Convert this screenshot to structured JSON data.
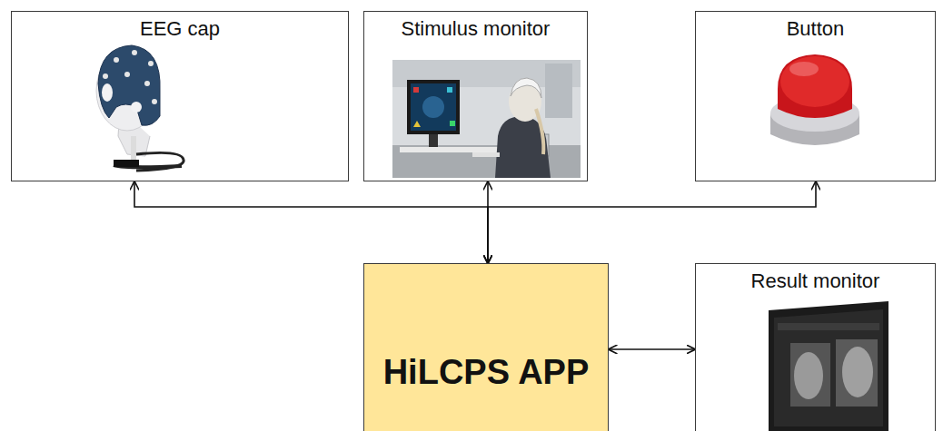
{
  "diagram": {
    "nodes": [
      {
        "text": [
          "EEG cap"
        ]
      },
      {
        "text": [
          "Stimulus monitor"
        ]
      },
      {
        "text": [
          "Button"
        ]
      },
      {
        "text": [
          "HiLCPS APP"
        ]
      },
      {
        "text": [
          "Result monitor"
        ]
      }
    ],
    "edges": [
      {
        "from": 3,
        "to": 0,
        "arrow": "both"
      },
      {
        "from": 3,
        "to": 1,
        "arrow": "both"
      },
      {
        "from": 3,
        "to": 2,
        "arrow": "both"
      },
      {
        "from": 3,
        "to": 4,
        "arrow": "both"
      }
    ]
  }
}
